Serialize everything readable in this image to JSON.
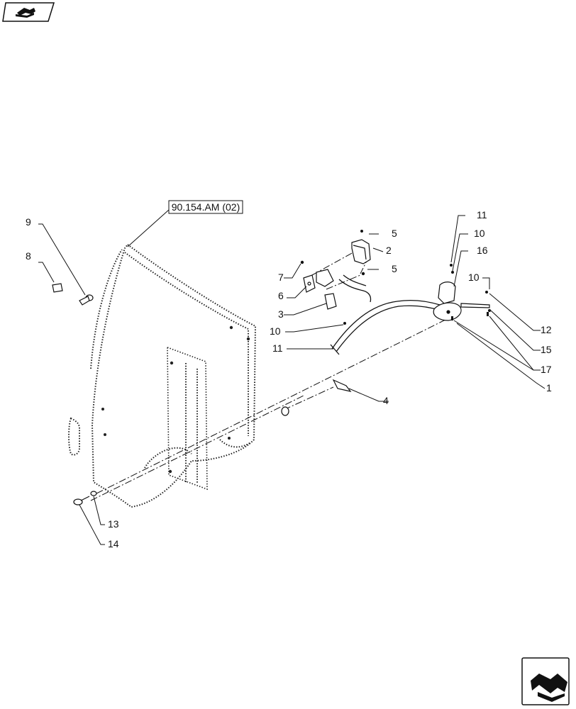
{
  "icons": {
    "top_left": "parts-book-nav-icon",
    "bottom_right": "next-page-arrow-icon"
  },
  "reference_label": "90.154.AM (02)",
  "callouts": {
    "c1": "1",
    "c2": "2",
    "c3": "3",
    "c4": "4",
    "c5a": "5",
    "c5b": "5",
    "c6": "6",
    "c7": "7",
    "c8": "8",
    "c9": "9",
    "c10a": "10",
    "c10b": "10",
    "c10c": "10",
    "c11a": "11",
    "c11b": "11",
    "c12": "12",
    "c13": "13",
    "c14": "14",
    "c15": "15",
    "c16": "16",
    "c17": "17"
  }
}
